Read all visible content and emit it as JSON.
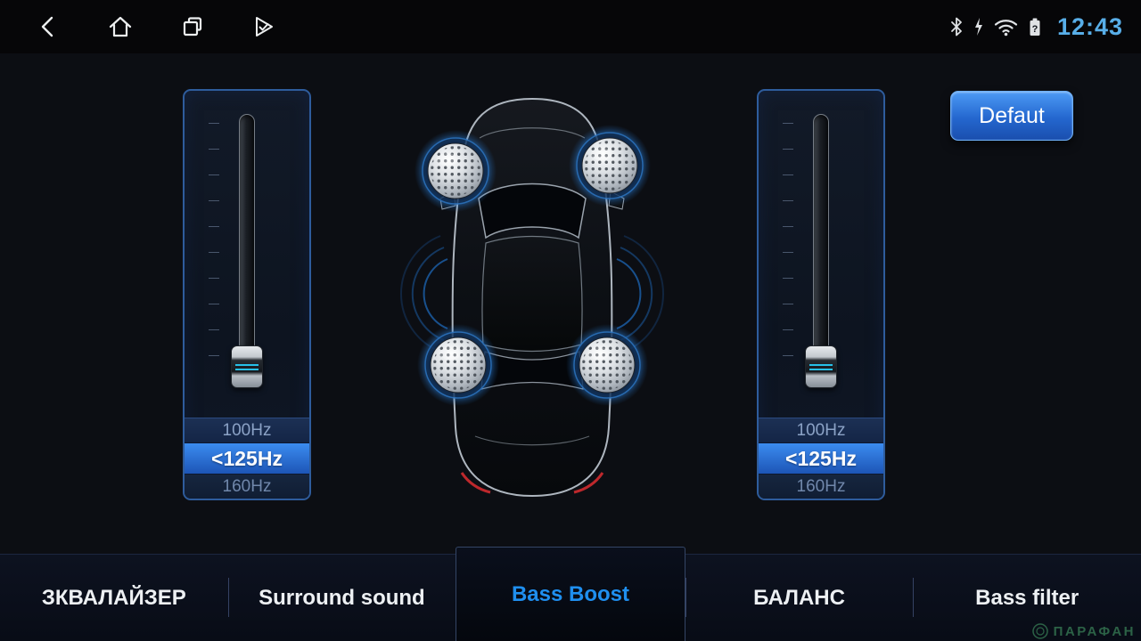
{
  "status_bar": {
    "time": "12:43",
    "battery_indicator": "?"
  },
  "controls": {
    "default_label": "Defaut"
  },
  "faders": {
    "left": {
      "options": [
        "100Hz",
        "<125Hz",
        "160Hz"
      ],
      "selected": "<125Hz",
      "thumb_percent": 88
    },
    "right": {
      "options": [
        "100Hz",
        "<125Hz",
        "160Hz"
      ],
      "selected": "<125Hz",
      "thumb_percent": 88
    }
  },
  "tabs": [
    {
      "label": "ЗКВАЛАЙЗЕР",
      "active": false
    },
    {
      "label": "Surround sound",
      "active": false
    },
    {
      "label": "Bass Boost",
      "active": true
    },
    {
      "label": "БАЛАНС",
      "active": false
    },
    {
      "label": "Bass filter",
      "active": false
    }
  ],
  "watermark": {
    "text": "ПАРАФАН"
  },
  "icons": {
    "back": "chevron-left",
    "home": "house-outline",
    "recents": "overlapping-squares",
    "app": "play-check-triangle",
    "bluetooth": "bluetooth-rune",
    "charging": "lightning-bolt",
    "wifi": "wifi-arcs",
    "battery": "battery-unknown",
    "speakers": "sphere-grille",
    "watermark_logo": "circle-rings"
  },
  "colors": {
    "accent_blue": "#2196f3",
    "tab_active_text": "#1f8fef",
    "selected_freq_top": "#3b8cf0",
    "selected_freq_bottom": "#1d55b6",
    "panel_border": "#2e5c9c",
    "time_text": "#58aee8",
    "speaker_glow": "#2a82e0",
    "tail_light_red": "#d22b30",
    "watermark_green": "#49a86d",
    "background": "#0c0e13"
  }
}
